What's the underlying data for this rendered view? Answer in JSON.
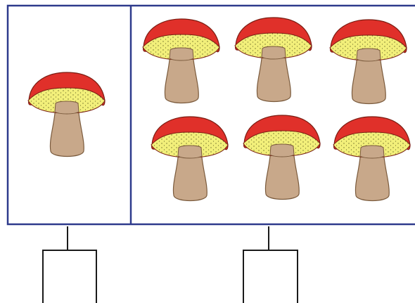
{
  "colors": {
    "frame": "#2e3a8c",
    "bracket": "#1a1a1a",
    "cap": "#e0302a",
    "cap_outline": "#7a1d12",
    "gills": "#f2ef7a",
    "gill_dots": "#6b6a2a",
    "stem": "#c8a88a",
    "stem_outline": "#7a5a3c"
  },
  "groups": [
    {
      "id": "left-group",
      "mushroom_count": 1,
      "mushroom_icon": "mushroom-icon"
    },
    {
      "id": "right-group",
      "mushroom_count": 6,
      "mushroom_icon": "mushroom-icon"
    }
  ],
  "answer_boxes": [
    {
      "id": "left-answer",
      "value": ""
    },
    {
      "id": "right-answer",
      "value": ""
    }
  ]
}
